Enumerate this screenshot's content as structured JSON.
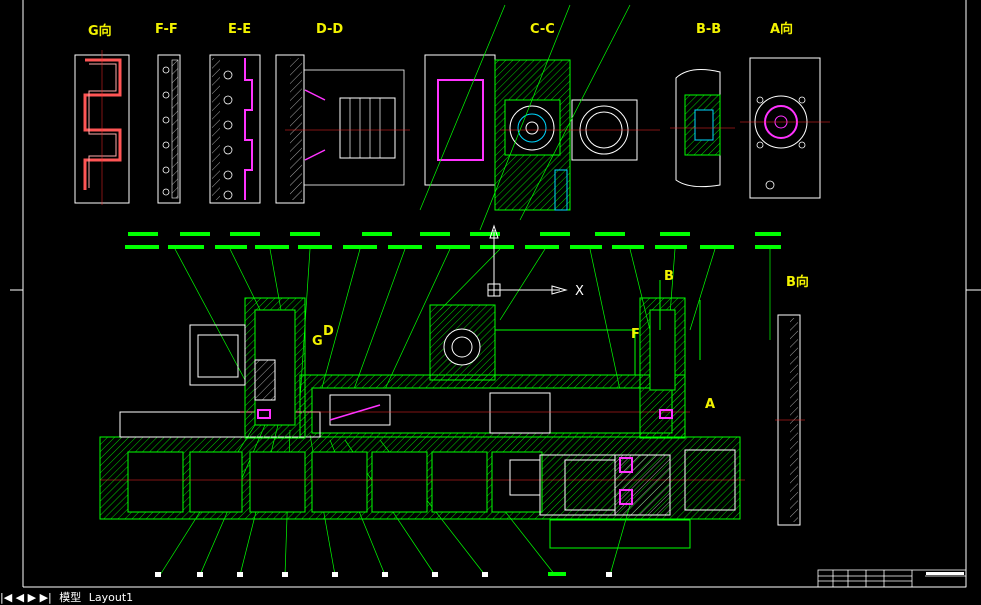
{
  "drawing": {
    "colors": {
      "background": "#000000",
      "frame": "#ffffff",
      "structure": "#00ff00",
      "hatch": "#00e000",
      "centerline": "#ff2a2a",
      "highlight": "#ff33ff",
      "label": "#f2f200",
      "cyan": "#00d8ff",
      "blue": "#3060ff"
    },
    "views": {
      "g_view": "G向",
      "ff_section": "F-F",
      "ee_section": "E-E",
      "dd_section": "D-D",
      "cc_section": "C-C",
      "bb_section": "B-B",
      "a_view": "A向",
      "b_view": "B向"
    },
    "ucs_axis": {
      "x_label": "X"
    },
    "callouts": {
      "cut_b": "B",
      "cut_d": "D",
      "cut_g": "G",
      "cut_f": "F",
      "cut_a": "A"
    }
  },
  "layout_tabs": {
    "prefix": "|◀ ◀ ▶ ▶|",
    "model_tab": "模型",
    "layout_tab": "Layout1"
  }
}
